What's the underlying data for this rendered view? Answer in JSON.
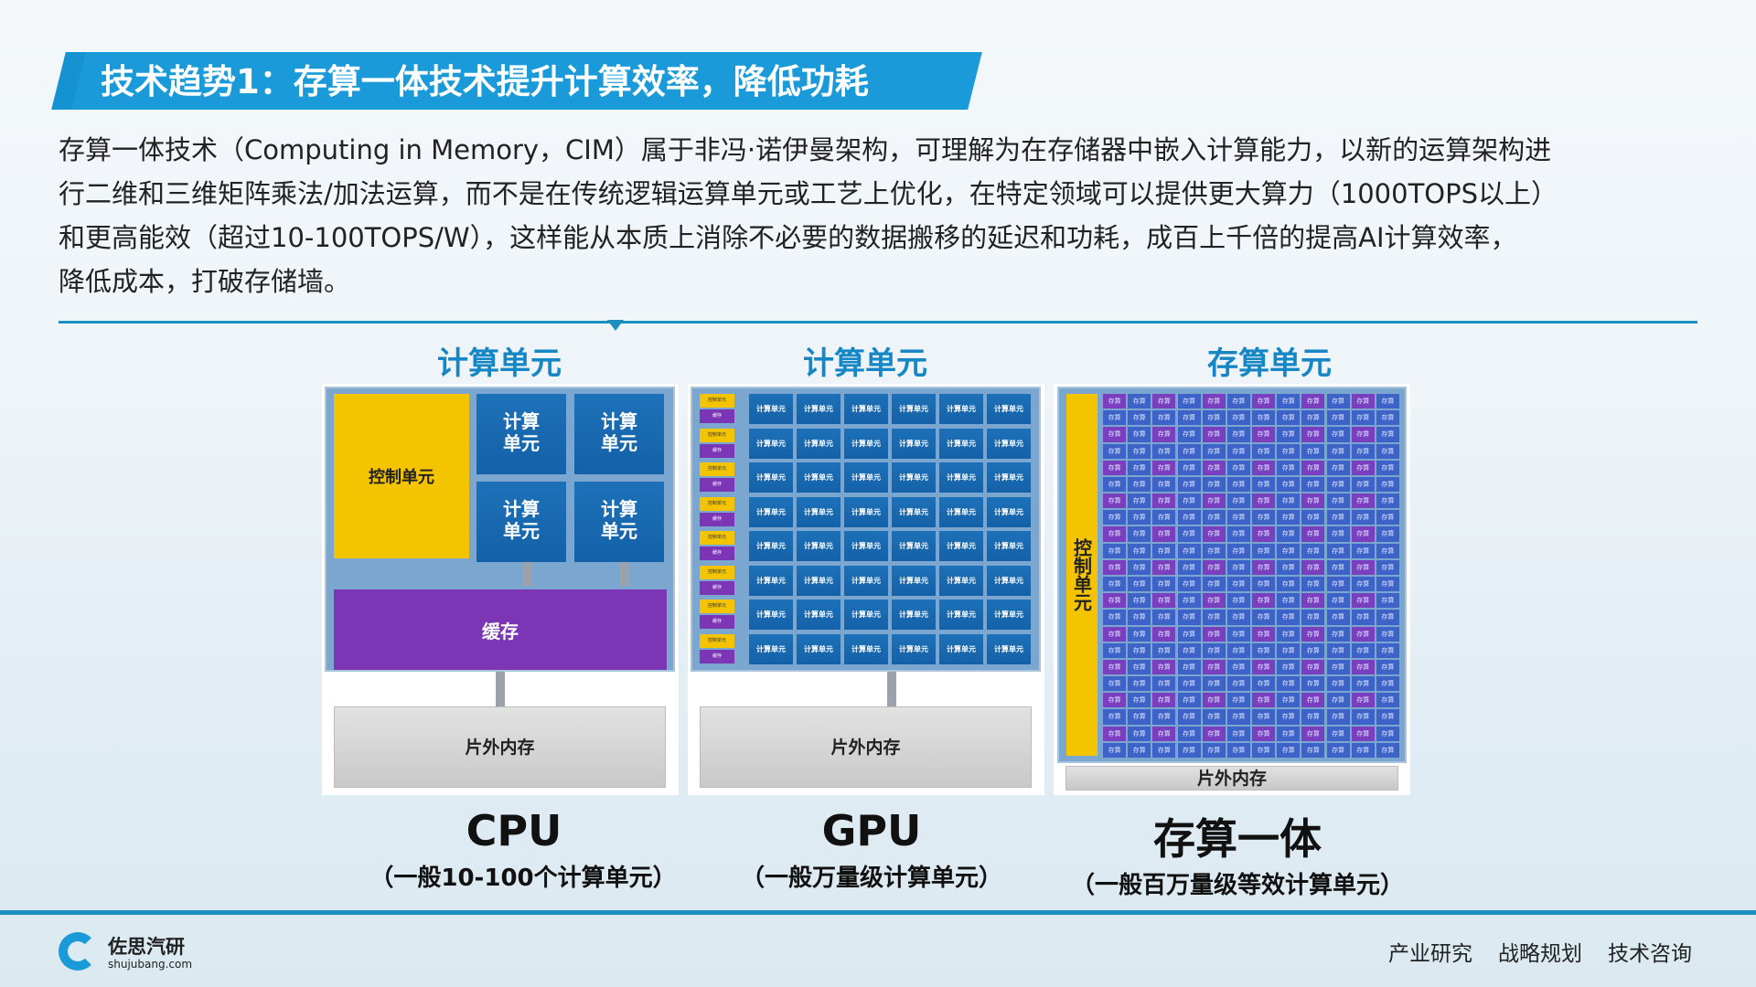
{
  "header": {
    "title": "技术趋势1：存算一体技术提升计算效率，降低功耗"
  },
  "intro": {
    "lines": [
      "存算一体技术（Computing in Memory，CIM）属于非冯·诺伊曼架构，可理解为在存储器中嵌入计算能力，以新的运算架构进",
      "行二维和三维矩阵乘法/加法运算，而不是在传统逻辑运算单元或工艺上优化，在特定领域可以提供更大算力（1000TOPS以上）",
      "和更高能效（超过10-100TOPS/W），这样能从本质上消除不必要的数据搬移的延迟和功耗，成百上千倍的提高AI计算效率，",
      "降低成本，打破存储墙。"
    ]
  },
  "diagrams": {
    "cpu": {
      "header": "计算单元",
      "control": "控制单元",
      "compute": "计算单元",
      "cache": "缓存",
      "offchip": "片外内存",
      "name": "CPU",
      "desc": "（一般10-100个计算单元）"
    },
    "gpu": {
      "header": "计算单元",
      "control": "控制单元",
      "cache": "缓存",
      "compute": "计算单元",
      "offchip": "片外内存",
      "name": "GPU",
      "desc": "（一般万量级计算单元）",
      "rows": 8,
      "cols": 6
    },
    "cim": {
      "header": "存算单元",
      "control": "控制单元",
      "cell": "存算",
      "offchip": "片外内存",
      "name": "存算一体",
      "desc": "（一般百万量级等效计算单元）",
      "rows": 22,
      "cols": 12
    }
  },
  "footer": {
    "brand": "佐思汽研",
    "site": "shujubang.com",
    "links": [
      "产业研究",
      "战略规划",
      "技术咨询"
    ]
  },
  "colors": {
    "accent": "#1a9ad8",
    "control": "#f5c400",
    "cache": "#7b35b5",
    "compute": "#1d71b8"
  }
}
